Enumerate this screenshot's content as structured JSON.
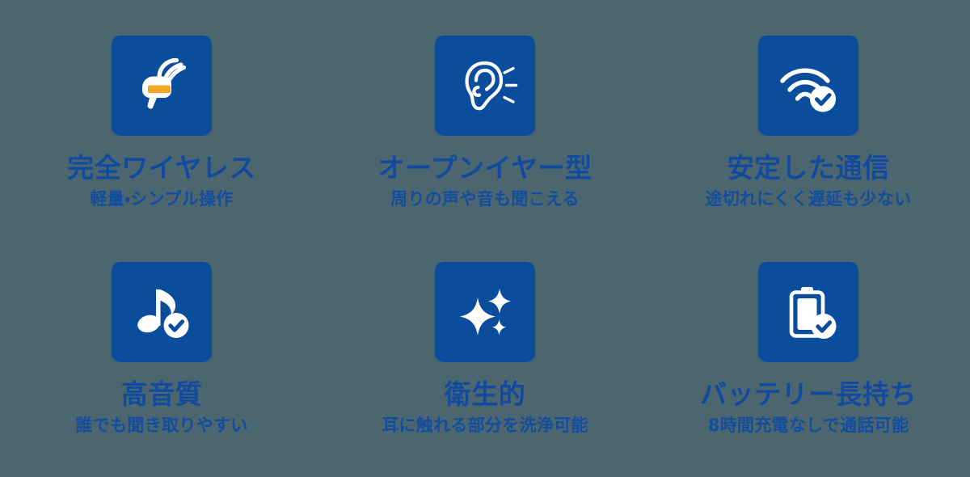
{
  "theme": {
    "background_color": "#4c6670",
    "tile_color": "#0a4d9c",
    "title_color": "#114a9e",
    "subtitle_color": "#134d9e",
    "icon_color": "#ffffff",
    "accent_color": "#f5a623"
  },
  "features": [
    {
      "icon": "wireless-earbud-icon",
      "title": "完全ワイヤレス",
      "subtitle": "軽量・シンプル操作"
    },
    {
      "icon": "open-ear-icon",
      "title": "オープンイヤー型",
      "subtitle": "周りの声や音も聞こえる"
    },
    {
      "icon": "wifi-check-icon",
      "title": "安定した通信",
      "subtitle": "途切れにくく遅延も少ない"
    },
    {
      "icon": "music-note-check-icon",
      "title": "高音質",
      "subtitle": "誰でも聞き取りやすい"
    },
    {
      "icon": "sparkles-icon",
      "title": "衛生的",
      "subtitle": "耳に触れる部分を洗浄可能"
    },
    {
      "icon": "battery-check-icon",
      "title": "バッテリー長持ち",
      "subtitle": "8時間充電なしで通話可能"
    }
  ]
}
